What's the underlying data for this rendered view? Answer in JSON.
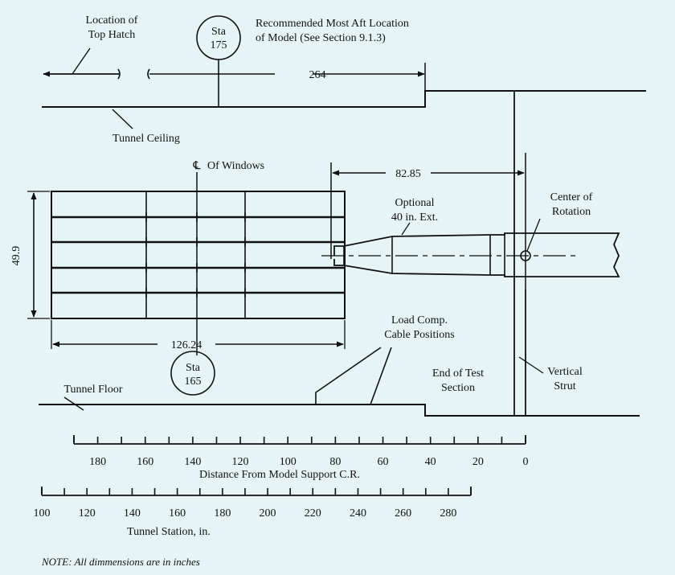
{
  "colors": {
    "background": "#e6f4f5",
    "ink": "#111111"
  },
  "labels": {
    "top_hatch_line1": "Location of",
    "top_hatch_line2": "Top Hatch",
    "sta175_line1": "Sta",
    "sta175_line2": "175",
    "recommended_line1": "Recommended Most Aft Location",
    "recommended_line2": "of Model (See Section 9.1.3)",
    "dim_264": "264",
    "tunnel_ceiling": "Tunnel Ceiling",
    "cl_symbol": "℄",
    "of_windows": "Of Windows",
    "dim_82_85": "82.85",
    "optional_line1": "Optional",
    "optional_line2": "40 in. Ext.",
    "center_line1": "Center of",
    "center_line2": "Rotation",
    "dim_49_9": "49.9",
    "load_comp_line1": "Load Comp.",
    "load_comp_line2": "Cable Positions",
    "dim_126_24": "126.24",
    "sta165_line1": "Sta",
    "sta165_line2": "165",
    "tunnel_floor": "Tunnel Floor",
    "end_test_line1": "End of Test",
    "end_test_line2": "Section",
    "vertical_line1": "Vertical",
    "vertical_line2": "Strut",
    "note": "NOTE:  All  dimmensions are in inches"
  },
  "scale_model_support": {
    "title": "Distance From Model Support C.R.",
    "ticks": [
      "180",
      "160",
      "140",
      "120",
      "100",
      "80",
      "60",
      "40",
      "20",
      "0"
    ]
  },
  "scale_tunnel_station": {
    "title": "Tunnel Station, in.",
    "ticks": [
      "100",
      "120",
      "140",
      "160",
      "180",
      "200",
      "220",
      "240",
      "260",
      "280"
    ]
  }
}
